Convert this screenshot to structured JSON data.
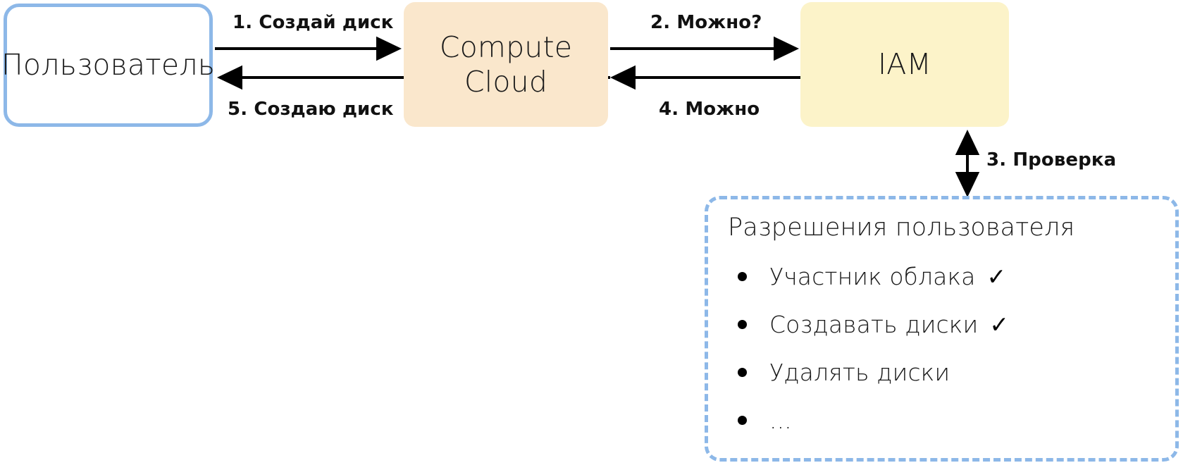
{
  "diagram": {
    "title_hidden": "",
    "colors": {
      "user_border": "#8DB8E8",
      "compute_fill": "#FAE7CC",
      "iam_fill": "#FCF3C9",
      "permissions_border": "#8DB8E8",
      "arrow": "#000000",
      "text": "#1a1a1a"
    },
    "nodes": [
      {
        "id": "user",
        "label": "Пользователь"
      },
      {
        "id": "compute",
        "label_line1": "Compute",
        "label_line2": "Cloud"
      },
      {
        "id": "iam",
        "label": "IAM"
      }
    ],
    "edges": [
      {
        "id": "e1",
        "label": "1. Создай диск",
        "from": "user",
        "to": "compute",
        "direction": "right"
      },
      {
        "id": "e2",
        "label": "2. Можно?",
        "from": "compute",
        "to": "iam",
        "direction": "right"
      },
      {
        "id": "e3",
        "label": "3. Проверка",
        "from": "iam",
        "to": "permissions",
        "direction": "both"
      },
      {
        "id": "e4",
        "label": "4. Можно",
        "from": "iam",
        "to": "compute",
        "direction": "left"
      },
      {
        "id": "e5",
        "label": "5. Создаю диск",
        "from": "compute",
        "to": "user",
        "direction": "left"
      }
    ],
    "permissions": {
      "title": "Разрешения пользователя",
      "items": [
        {
          "label": "Участник облака",
          "granted": true,
          "check": "✓"
        },
        {
          "label": "Создавать диски",
          "granted": true,
          "check": "✓"
        },
        {
          "label": "Удалять диски",
          "granted": false,
          "check": ""
        },
        {
          "label": "...",
          "granted": false,
          "check": ""
        }
      ]
    }
  }
}
